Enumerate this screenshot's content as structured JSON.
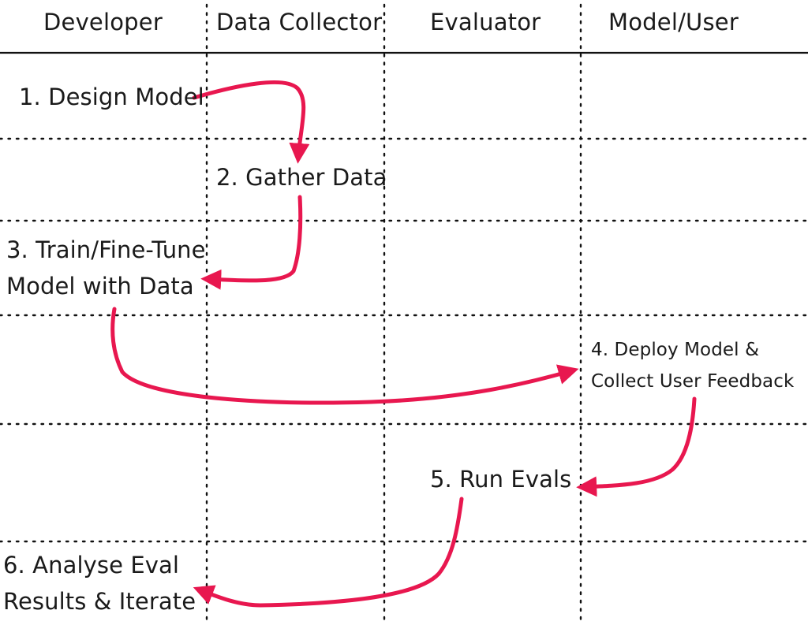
{
  "lanes": [
    {
      "label": "Developer"
    },
    {
      "label": "Data Collector"
    },
    {
      "label": "Evaluator"
    },
    {
      "label": "Model/User"
    }
  ],
  "steps": [
    {
      "id": "design",
      "lines": [
        "1. Design Model"
      ],
      "lane": "Developer"
    },
    {
      "id": "gather",
      "lines": [
        "2. Gather Data"
      ],
      "lane": "Data Collector"
    },
    {
      "id": "train",
      "lines": [
        "3. Train/Fine-Tune",
        "Model with Data"
      ],
      "lane": "Developer"
    },
    {
      "id": "deploy",
      "lines": [
        "4. Deploy Model &",
        "Collect User Feedback"
      ],
      "lane": "Model/User"
    },
    {
      "id": "evals",
      "lines": [
        "5. Run Evals"
      ],
      "lane": "Evaluator"
    },
    {
      "id": "analyse",
      "lines": [
        "6. Analyse Eval",
        "Results & Iterate"
      ],
      "lane": "Developer"
    }
  ],
  "flows": [
    {
      "from": "design",
      "to": "gather"
    },
    {
      "from": "gather",
      "to": "train"
    },
    {
      "from": "train",
      "to": "deploy"
    },
    {
      "from": "deploy",
      "to": "evals"
    },
    {
      "from": "evals",
      "to": "analyse"
    }
  ],
  "colors": {
    "arrow": "#e8174f",
    "grid": "#111111",
    "text": "#1a1a1a",
    "background": "#ffffff"
  }
}
